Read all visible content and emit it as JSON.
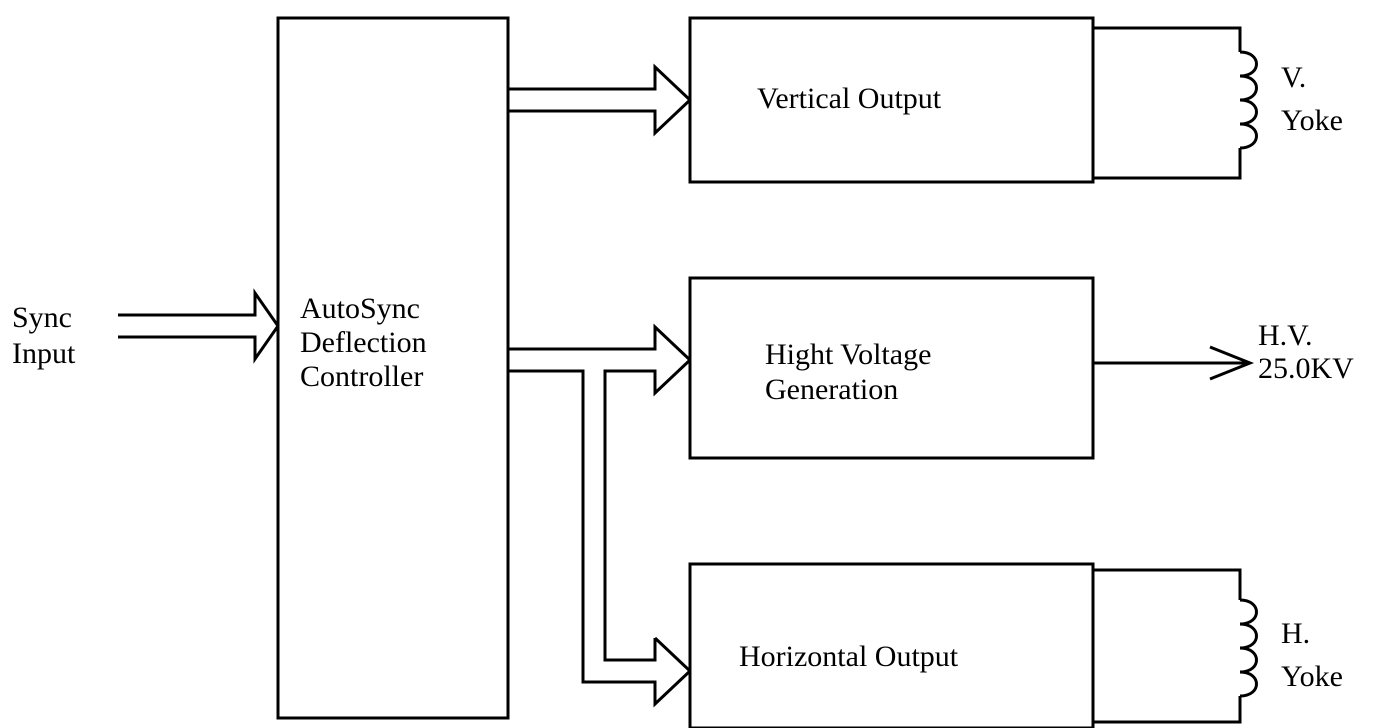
{
  "diagram": {
    "sync_input": {
      "line1": "Sync",
      "line2": "Input"
    },
    "controller": {
      "line1": "AutoSync",
      "line2": "Deflection",
      "line3": "Controller"
    },
    "vertical_output": {
      "label": "Vertical Output"
    },
    "v_yoke": {
      "line1": "V.",
      "line2": "Yoke"
    },
    "hv_generation": {
      "line1": "Hight Voltage",
      "line2": "Generation"
    },
    "hv_output": {
      "line1": "H.V.",
      "line2": "25.0KV"
    },
    "horizontal_output": {
      "label": "Horizontal Output"
    },
    "h_yoke": {
      "line1": "H.",
      "line2": "Yoke"
    }
  }
}
